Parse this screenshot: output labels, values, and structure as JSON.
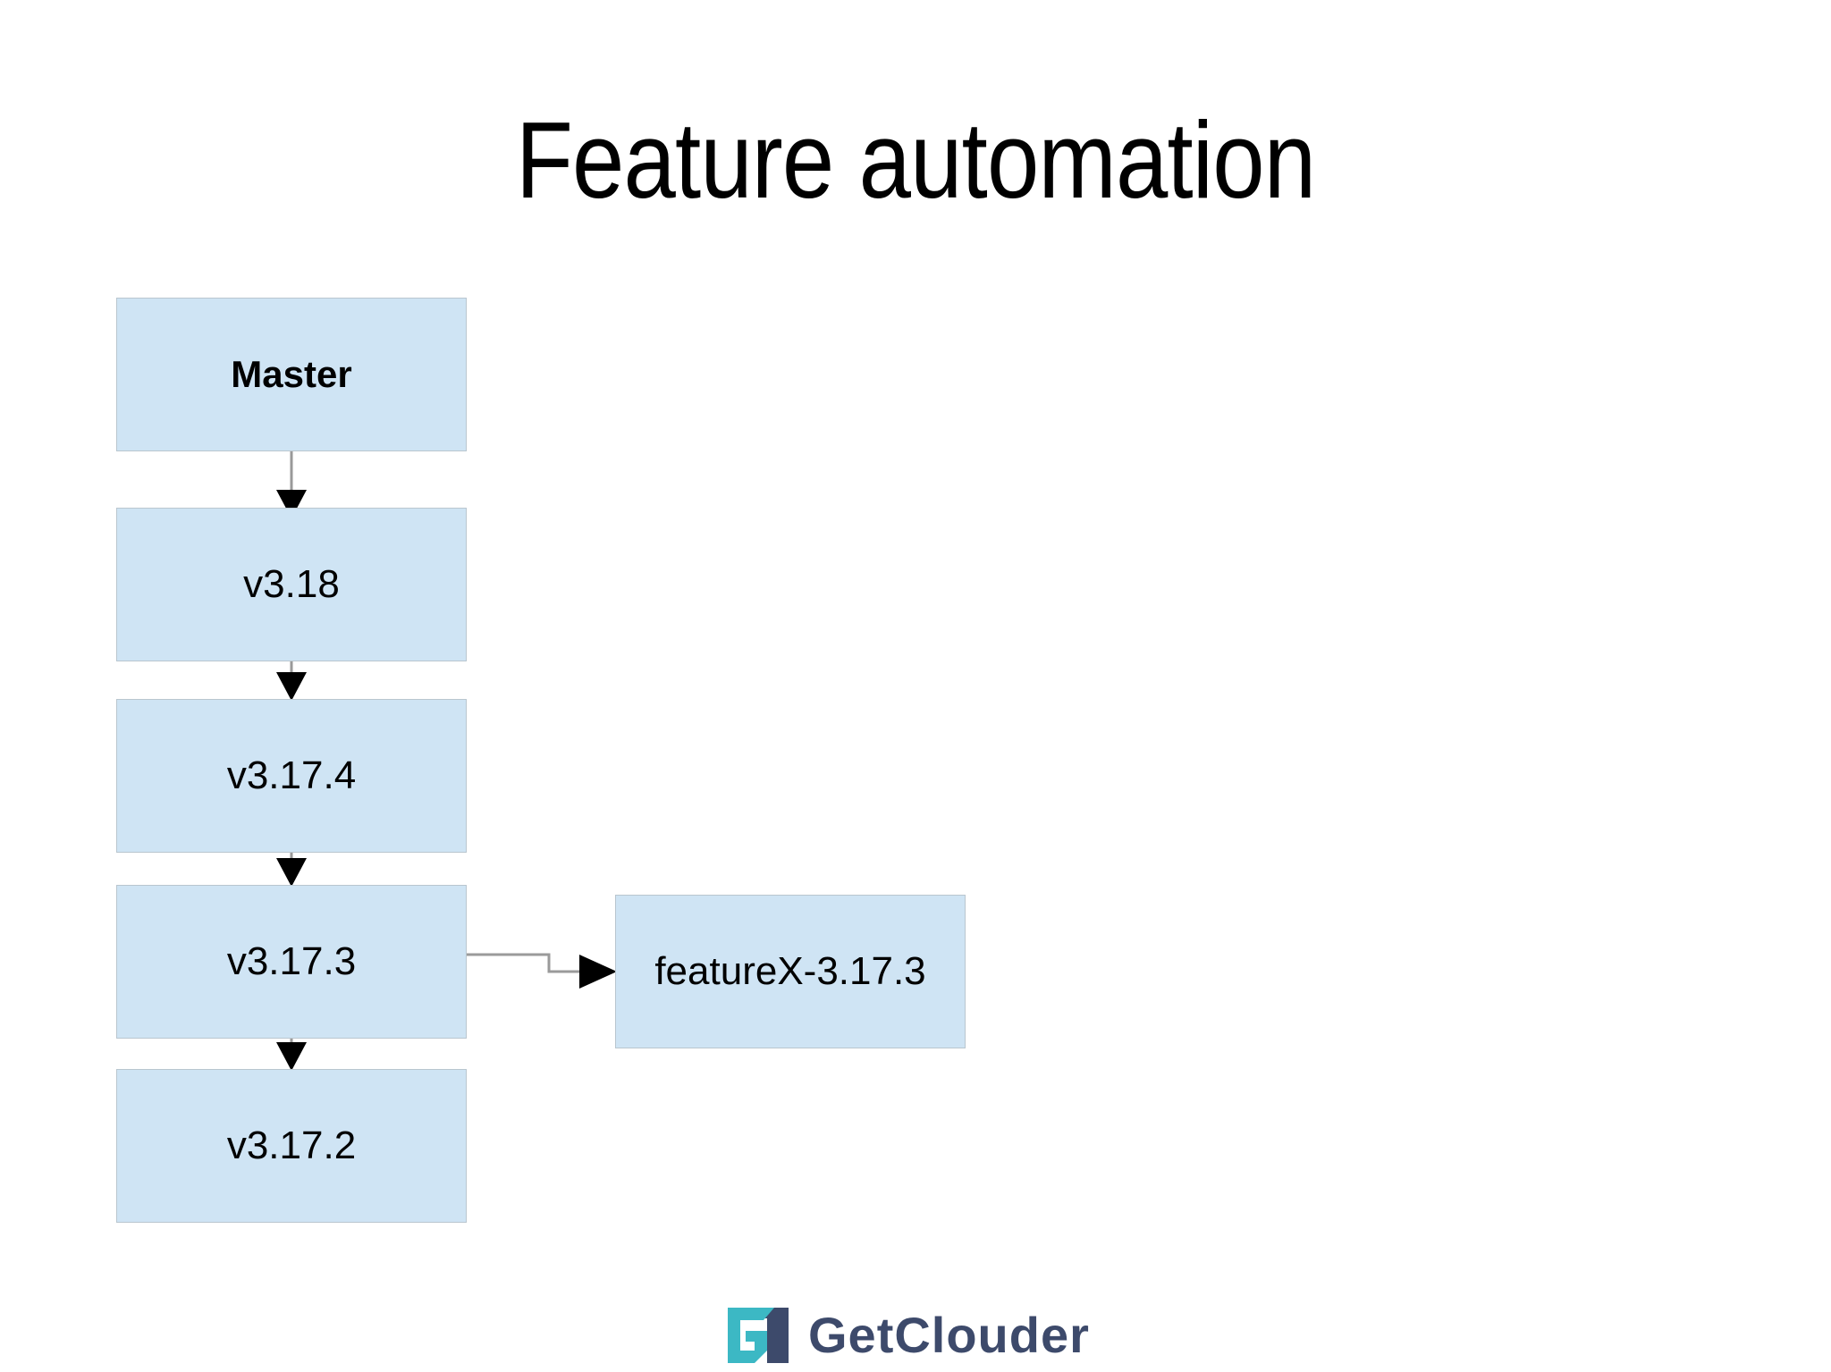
{
  "slide": {
    "title": "Feature automation",
    "background_color": "#ffffff"
  },
  "theme": {
    "node_fill": "#cfe4f4",
    "node_border": "#b9c6cf",
    "node_text": "#000000",
    "connector_line": "#9a9a9a",
    "connector_arrow": "#000000",
    "logo_teal": "#3cb8c4",
    "logo_navy": "#3d4a6b"
  },
  "diagram": {
    "type": "flowchart",
    "nodes": [
      {
        "id": "master",
        "label": "Master",
        "bold": true
      },
      {
        "id": "v318",
        "label": "v3.18",
        "bold": false
      },
      {
        "id": "v3174",
        "label": "v3.17.4",
        "bold": false
      },
      {
        "id": "v3173",
        "label": "v3.17.3",
        "bold": false
      },
      {
        "id": "v3172",
        "label": "v3.17.2",
        "bold": false
      },
      {
        "id": "featurex",
        "label": "featureX-3.17.3",
        "bold": false
      }
    ],
    "edges": [
      {
        "from": "master",
        "to": "v318",
        "style": "vertical-arrow"
      },
      {
        "from": "v318",
        "to": "v3174",
        "style": "vertical-arrow"
      },
      {
        "from": "v3174",
        "to": "v3173",
        "style": "vertical-arrow"
      },
      {
        "from": "v3173",
        "to": "v3172",
        "style": "vertical-arrow"
      },
      {
        "from": "v3173",
        "to": "featurex",
        "style": "elbow-arrow-right"
      }
    ]
  },
  "logo": {
    "mark": "getclouder-g-mark-icon",
    "wordmark": "GetClouder"
  }
}
